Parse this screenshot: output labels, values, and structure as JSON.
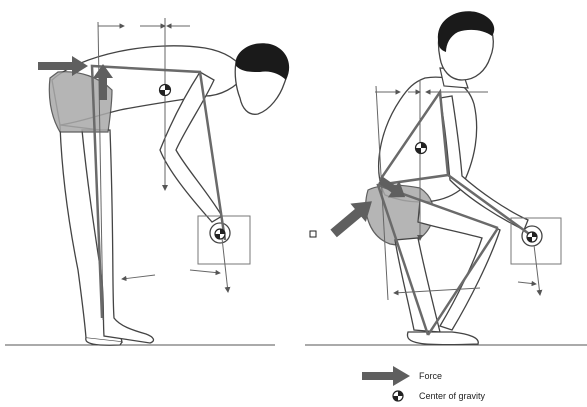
{
  "legend": {
    "force_label": "Force",
    "cog_label": "Center of gravity"
  },
  "figures": [
    {
      "posture": "stooped lift, legs straight"
    },
    {
      "posture": "squat lift, knees bent"
    }
  ],
  "colors": {
    "force_arrow": "#5f5f5f",
    "shorts": "#a9a9a9",
    "outline": "#444444",
    "guide_line": "#6a6a6a",
    "ground": "#555555",
    "hair": "#1a1a1a"
  },
  "icons": [
    "force-arrow-icon",
    "center-of-gravity-icon"
  ]
}
